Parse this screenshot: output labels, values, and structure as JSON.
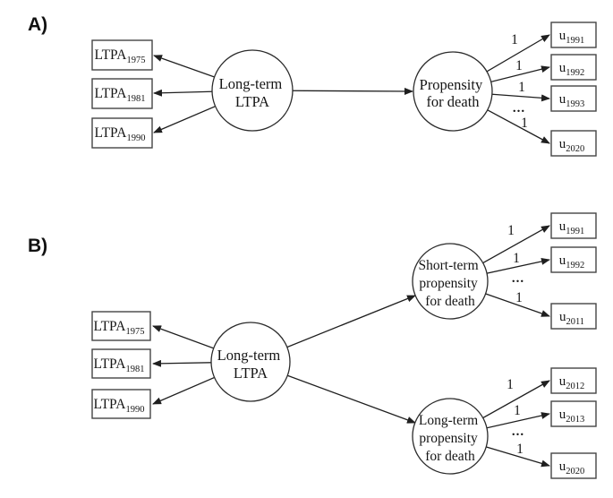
{
  "figure": {
    "background": "#ffffff",
    "line_color": "#1f1f1f",
    "panel_a": {
      "label": "A)",
      "latent_ltpa": {
        "line1": "Long-term",
        "line2": "LTPA"
      },
      "latent_propensity": {
        "line1": "Propensity",
        "line2": "for death"
      },
      "indicators": [
        {
          "base": "LTPA",
          "sub": "1975"
        },
        {
          "base": "LTPA",
          "sub": "1981"
        },
        {
          "base": "LTPA",
          "sub": "1990"
        }
      ],
      "u_terms": [
        {
          "base": "u",
          "sub": "1991"
        },
        {
          "base": "u",
          "sub": "1992"
        },
        {
          "base": "u",
          "sub": "1993"
        },
        {
          "base": "u",
          "sub": "2020"
        }
      ],
      "loading": "1",
      "ellipsis": "..."
    },
    "panel_b": {
      "label": "B)",
      "latent_ltpa": {
        "line1": "Long-term",
        "line2": "LTPA"
      },
      "latent_short": {
        "line1": "Short-term",
        "line2": "propensity",
        "line3": "for death"
      },
      "latent_long": {
        "line1": "Long-term",
        "line2": "propensity",
        "line3": "for death"
      },
      "indicators": [
        {
          "base": "LTPA",
          "sub": "1975"
        },
        {
          "base": "LTPA",
          "sub": "1981"
        },
        {
          "base": "LTPA",
          "sub": "1990"
        }
      ],
      "u_terms_short": [
        {
          "base": "u",
          "sub": "1991"
        },
        {
          "base": "u",
          "sub": "1992"
        },
        {
          "base": "u",
          "sub": "2011"
        }
      ],
      "u_terms_long": [
        {
          "base": "u",
          "sub": "2012"
        },
        {
          "base": "u",
          "sub": "2013"
        },
        {
          "base": "u",
          "sub": "2020"
        }
      ],
      "loading": "1",
      "ellipsis": "..."
    }
  }
}
